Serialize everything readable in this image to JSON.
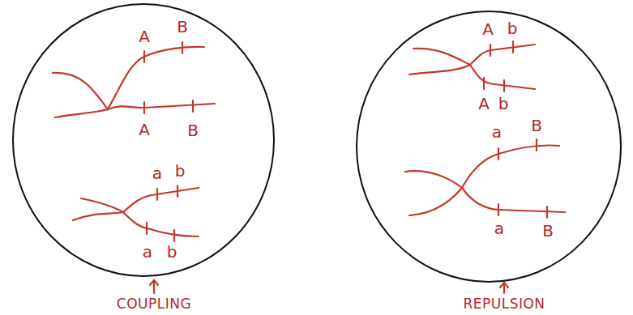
{
  "diagram": {
    "nodes": [
      {
        "text": [
          "A",
          "B",
          "A",
          "B",
          "a",
          "b",
          "a",
          "b",
          "COUPLING"
        ]
      },
      {
        "text": [
          "A",
          "b",
          "A",
          "b",
          "a",
          "B",
          "a",
          "B",
          "REPULSION"
        ]
      }
    ]
  }
}
